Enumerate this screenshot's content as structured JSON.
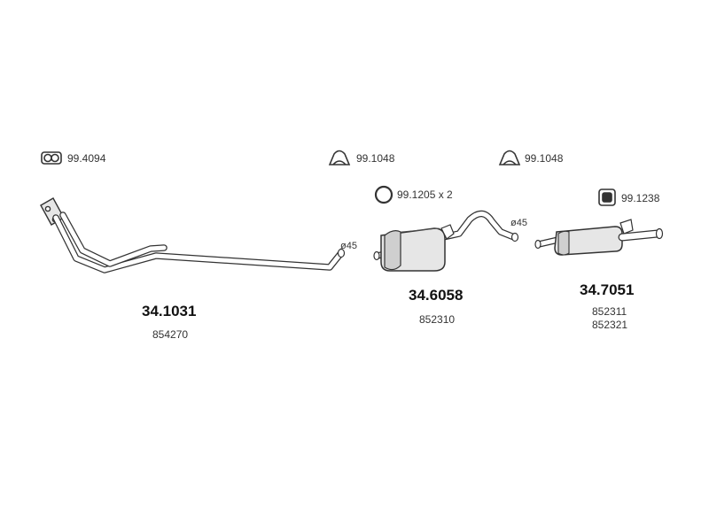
{
  "accessories": {
    "gasket_top_left": "99.4094",
    "clamp_middle": "99.1048",
    "clamp_right": "99.1048",
    "ring_middle": "99.1205 x 2",
    "hanger_right": "99.1238"
  },
  "diameters": {
    "front_pipe_end": "ø45",
    "middle_muffler_end": "ø45"
  },
  "parts": {
    "front_pipe": {
      "number": "34.1031",
      "refs": [
        "854270"
      ]
    },
    "middle_muffler": {
      "number": "34.6058",
      "refs": [
        "852310"
      ]
    },
    "rear_muffler": {
      "number": "34.7051",
      "refs": [
        "852311",
        "852321"
      ]
    }
  },
  "colors": {
    "outline": "#333333",
    "fill_light": "#e6e6e6",
    "fill_mid": "#cfcfcf"
  }
}
